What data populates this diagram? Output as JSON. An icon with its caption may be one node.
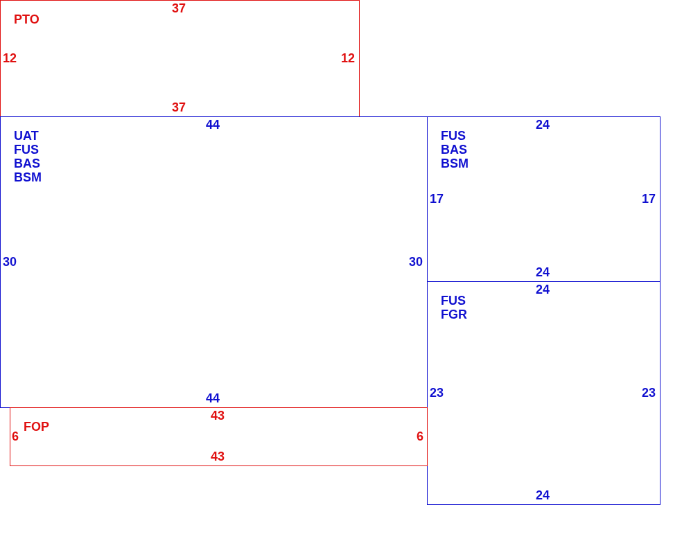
{
  "diagram": {
    "nodes": [
      {
        "text": [
          "PTO"
        ]
      },
      {
        "text": [
          "UAT",
          "FUS",
          "BAS",
          "BSM"
        ]
      },
      {
        "text": [
          "FUS",
          "BAS",
          "BSM"
        ]
      },
      {
        "text": [
          "FUS",
          "FGR"
        ]
      },
      {
        "text": [
          "FOP"
        ]
      }
    ],
    "labels": [
      "37",
      "12",
      "12",
      "37",
      "44",
      "24",
      "17",
      "17",
      "30",
      "30",
      "24",
      "24",
      "23",
      "23",
      "44",
      "43",
      "6",
      "6",
      "43",
      "24"
    ]
  }
}
